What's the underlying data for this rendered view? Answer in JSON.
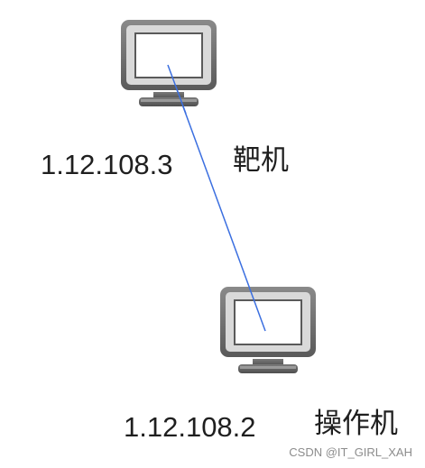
{
  "nodes": [
    {
      "id": "target",
      "ip": "1.12.108.3",
      "role": "靶机",
      "icon": "monitor-icon"
    },
    {
      "id": "attacker",
      "ip": "1.12.108.2",
      "role": "操作机",
      "icon": "monitor-icon"
    }
  ],
  "link": {
    "from": "target",
    "to": "attacker",
    "color": "#3b6fe0"
  },
  "colors": {
    "monitor_frame": "#6e6e6e",
    "monitor_bezel": "#d9d9d9",
    "monitor_screen": "#ffffff",
    "text": "#1f1f1f",
    "watermark": "#8c8c8c"
  },
  "watermark": "CSDN @IT_GIRL_XAH"
}
